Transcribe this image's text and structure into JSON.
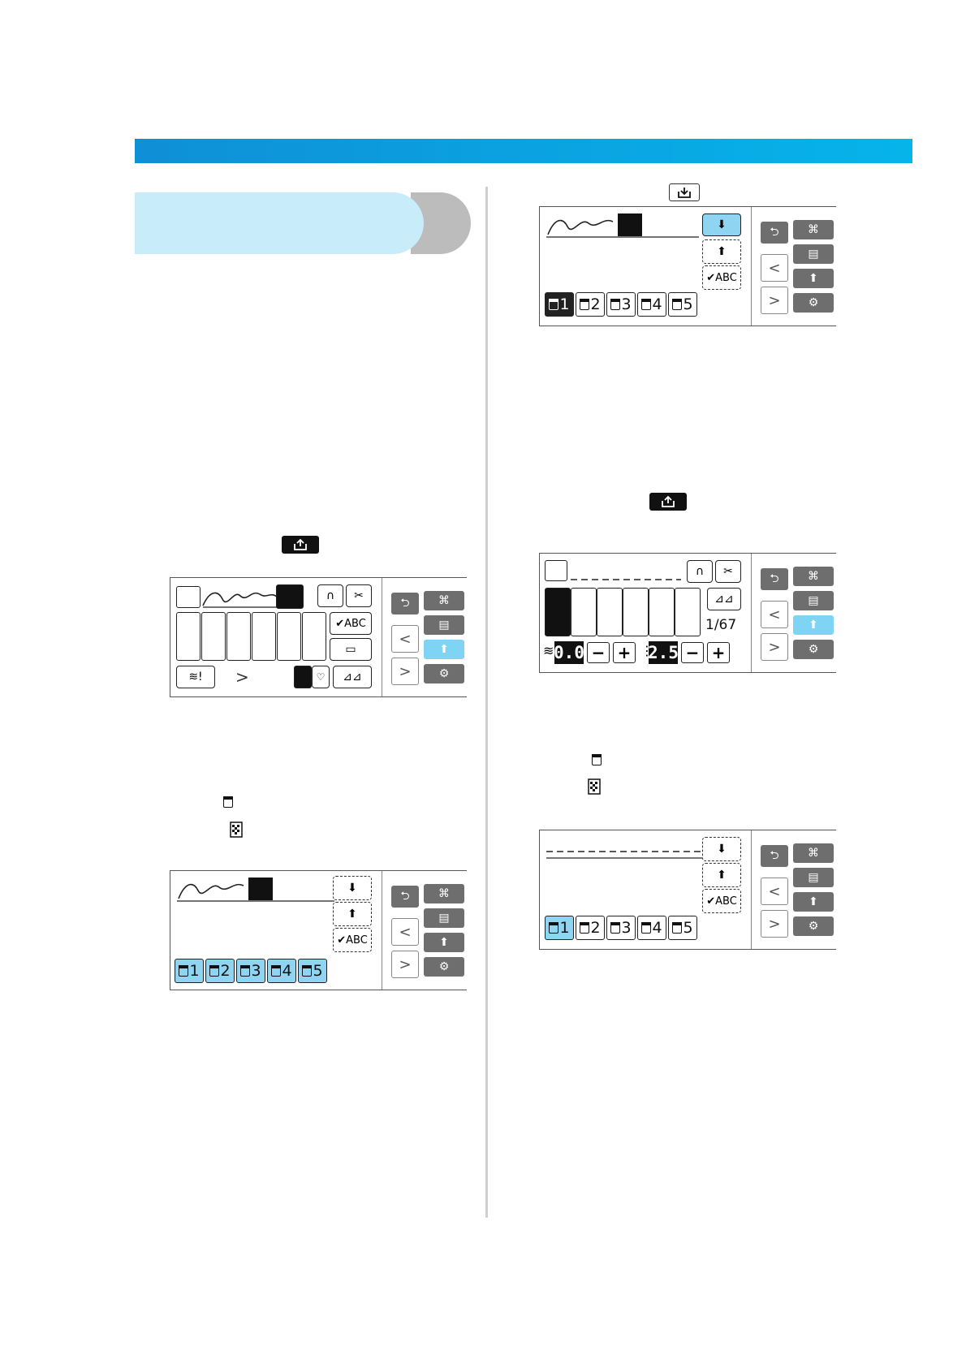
{
  "page": {
    "background": "#ffffff",
    "header_color": "#06b4ea",
    "tab_color": "#c8ecf9"
  },
  "lcd_screens": {
    "pattern_list": {
      "bottom_arrow": ">"
    },
    "memory_select": {
      "retrieve_label": "✔ABC",
      "pockets": [
        "1",
        "2",
        "3",
        "4",
        "5"
      ]
    },
    "memory_saved": {
      "retrieve_label": "✔ABC",
      "pockets": [
        "1",
        "2",
        "3",
        "4",
        "5"
      ]
    },
    "stitch_settings": {
      "page_counter": "1/67",
      "width_value": "0.0",
      "length_value": "2.5"
    },
    "memory_after": {
      "retrieve_label": "✔ABC",
      "pockets": [
        "1",
        "2",
        "3",
        "4",
        "5"
      ]
    }
  },
  "side_panel": {
    "prev_arrow": "<",
    "next_arrow": ">"
  }
}
